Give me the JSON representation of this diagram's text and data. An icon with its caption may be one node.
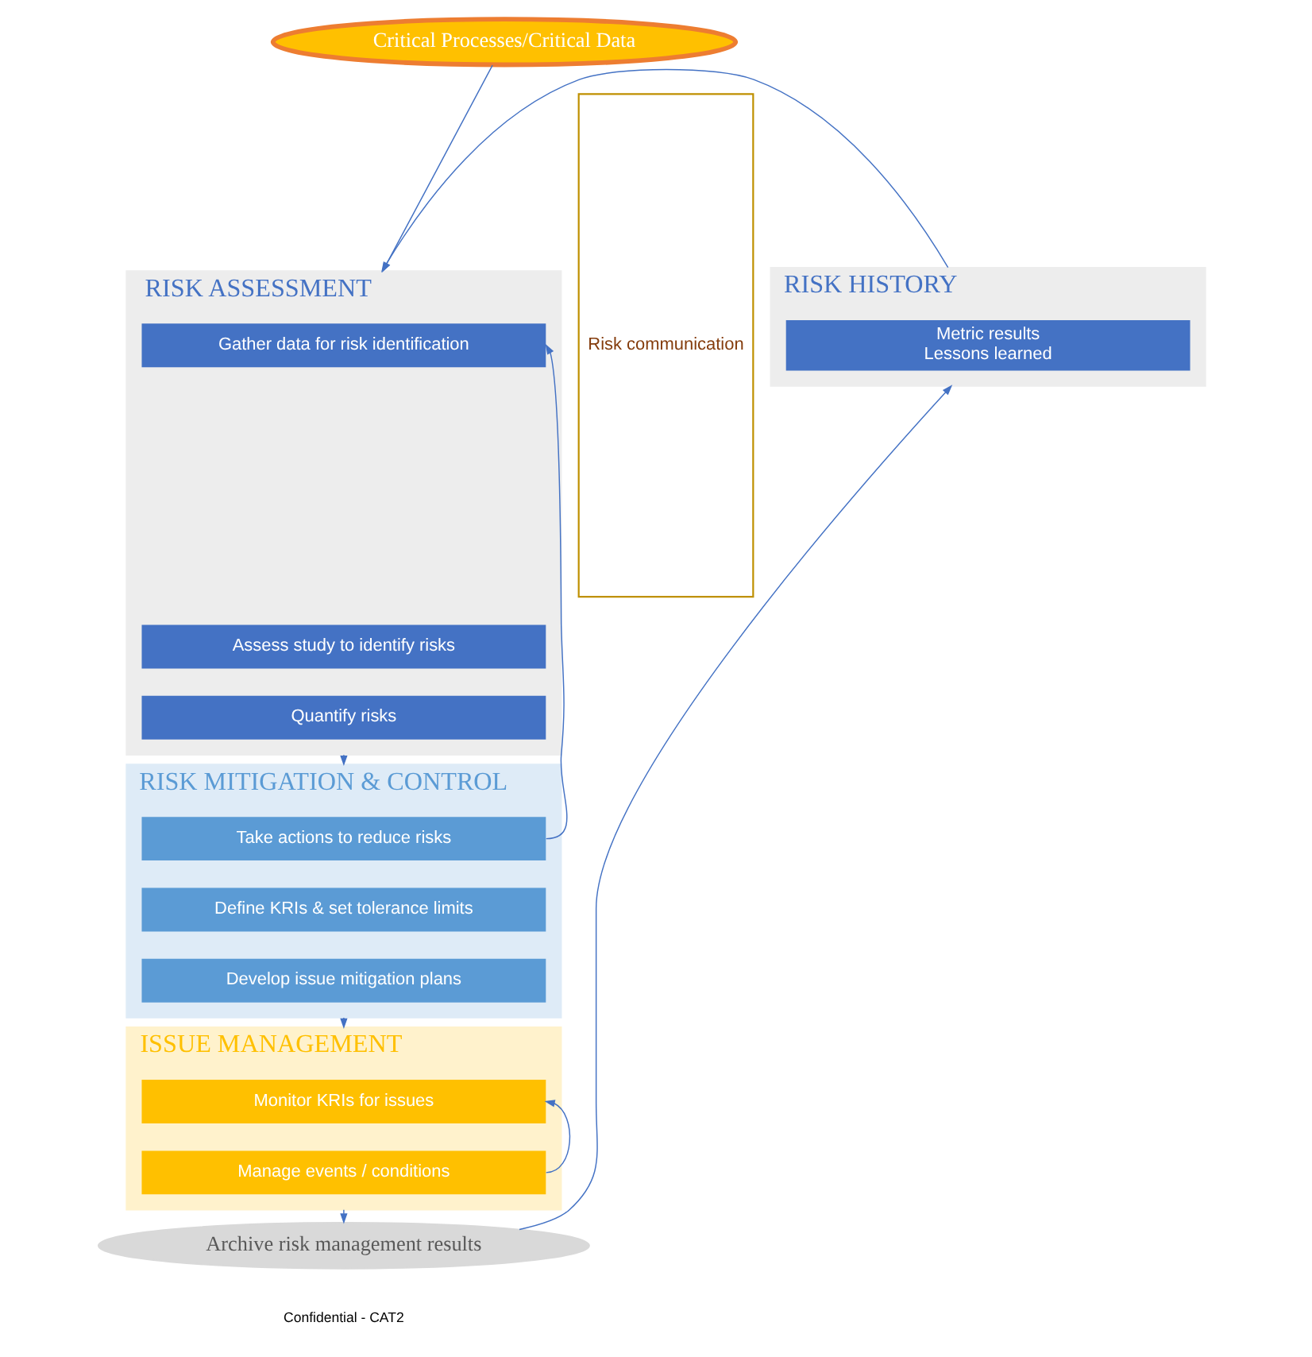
{
  "diagram": {
    "nodes": [
      {
        "text": [
          "Critical Processes/Critical Data"
        ]
      },
      {
        "text": [
          "RISK HISTORY"
        ]
      },
      {
        "text": [
          "Metric results",
          "Lessons learned"
        ],
        "in": 1
      },
      {
        "text": [
          "RISK ASSESSMENT"
        ]
      },
      {
        "text": [
          "Gather data for risk identification"
        ],
        "in": 3
      },
      {
        "text": [
          "Assess study to identify risks"
        ],
        "in": 3
      },
      {
        "text": [
          "Quantify risks"
        ],
        "in": 3
      },
      {
        "text": [
          "RISK MITIGATION & CONTROL"
        ]
      },
      {
        "text": [
          "Take actions to reduce risks"
        ],
        "in": 7
      },
      {
        "text": [
          "Define KRIs & set tolerance limits"
        ],
        "in": 7
      },
      {
        "text": [
          "Develop issue mitigation plans"
        ],
        "in": 7
      },
      {
        "text": [
          "ISSUE MANAGEMENT"
        ]
      },
      {
        "text": [
          "Monitor KRIs for issues"
        ],
        "in": 11
      },
      {
        "text": [
          "Manage events / conditions"
        ],
        "in": 11
      },
      {
        "text": [
          "Archive risk management results"
        ]
      },
      {
        "text": [
          "Risk communication"
        ]
      }
    ],
    "edges": [
      {
        "from": 0,
        "to": 3,
        "arrow": "to"
      },
      {
        "from": 1,
        "to": 3,
        "arrow": "to"
      },
      {
        "from": 3,
        "to": 7,
        "arrow": "to"
      },
      {
        "from": 8,
        "to": 4,
        "arrow": "to"
      },
      {
        "from": 7,
        "to": 11,
        "arrow": "to"
      },
      {
        "from": 13,
        "to": 12,
        "arrow": "to"
      },
      {
        "from": 11,
        "to": 14,
        "arrow": "to"
      },
      {
        "from": 14,
        "to": 1,
        "arrow": "to"
      }
    ],
    "labels": [
      "Confidential - CAT2"
    ]
  }
}
